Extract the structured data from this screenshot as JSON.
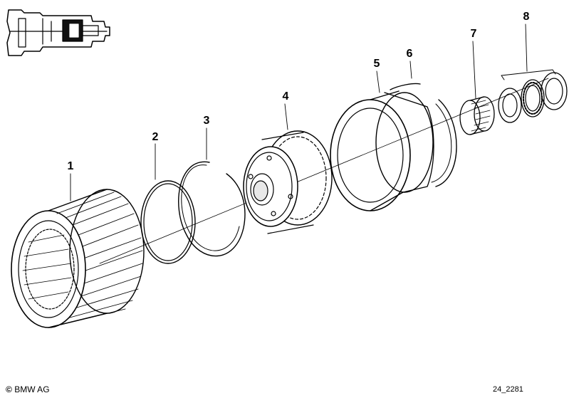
{
  "parts": [
    {
      "number": "1",
      "part": "ring-gear-drum"
    },
    {
      "number": "2",
      "part": "snap-ring"
    },
    {
      "number": "3",
      "part": "circlip"
    },
    {
      "number": "4",
      "part": "planetary-carrier"
    },
    {
      "number": "5",
      "part": "clutch-drum"
    },
    {
      "number": "6",
      "part": "snap-ring"
    },
    {
      "number": "7",
      "part": "sun-gear"
    },
    {
      "number": "8",
      "part": "thrust-bearing-set"
    }
  ],
  "copyright": "BMW AG",
  "copyright_symbol": "©",
  "diagram_id": "24_2281",
  "colors": {
    "line": "#000000",
    "background": "#ffffff",
    "shade": "#1a1a1a"
  }
}
